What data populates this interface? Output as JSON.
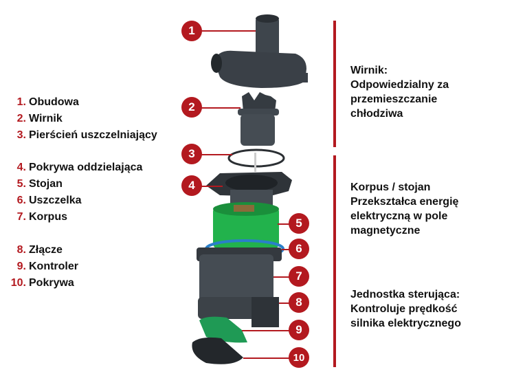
{
  "legend": [
    {
      "num": "1.",
      "label": "Obudowa"
    },
    {
      "num": "2.",
      "label": "Wirnik"
    },
    {
      "num": "3.",
      "label": "Pierścień uszczelniający"
    },
    {
      "num": "4.",
      "label": "Pokrywa oddzielająca"
    },
    {
      "num": "5.",
      "label": "Stojan"
    },
    {
      "num": "6.",
      "label": "Uszczelka"
    },
    {
      "num": "7.",
      "label": "Korpus"
    },
    {
      "num": "8.",
      "label": "Złącze"
    },
    {
      "num": "9.",
      "label": "Kontroler"
    },
    {
      "num": "10.",
      "label": "Pokrywa"
    }
  ],
  "badges": [
    "1",
    "2",
    "3",
    "4",
    "5",
    "6",
    "7",
    "8",
    "9",
    "10"
  ],
  "descriptions": [
    {
      "lines": [
        "Wirnik:",
        "Odpowiedzialny za",
        "przemieszczanie",
        "chłodziwa"
      ]
    },
    {
      "lines": [
        "Korpus / stojan",
        "Przekształca energię",
        "elektryczną w pole",
        "magnetyczne"
      ]
    },
    {
      "lines": [
        "Jednostka sterująca:",
        "Kontroluje prędkość",
        "silnika elektrycznego"
      ]
    }
  ],
  "colors": {
    "accent": "#b3191f",
    "part_dark": "#3a4047",
    "stator_green": "#22b24c",
    "seal_blue": "#2a7fc9",
    "pcb_green": "#1f9a55"
  }
}
